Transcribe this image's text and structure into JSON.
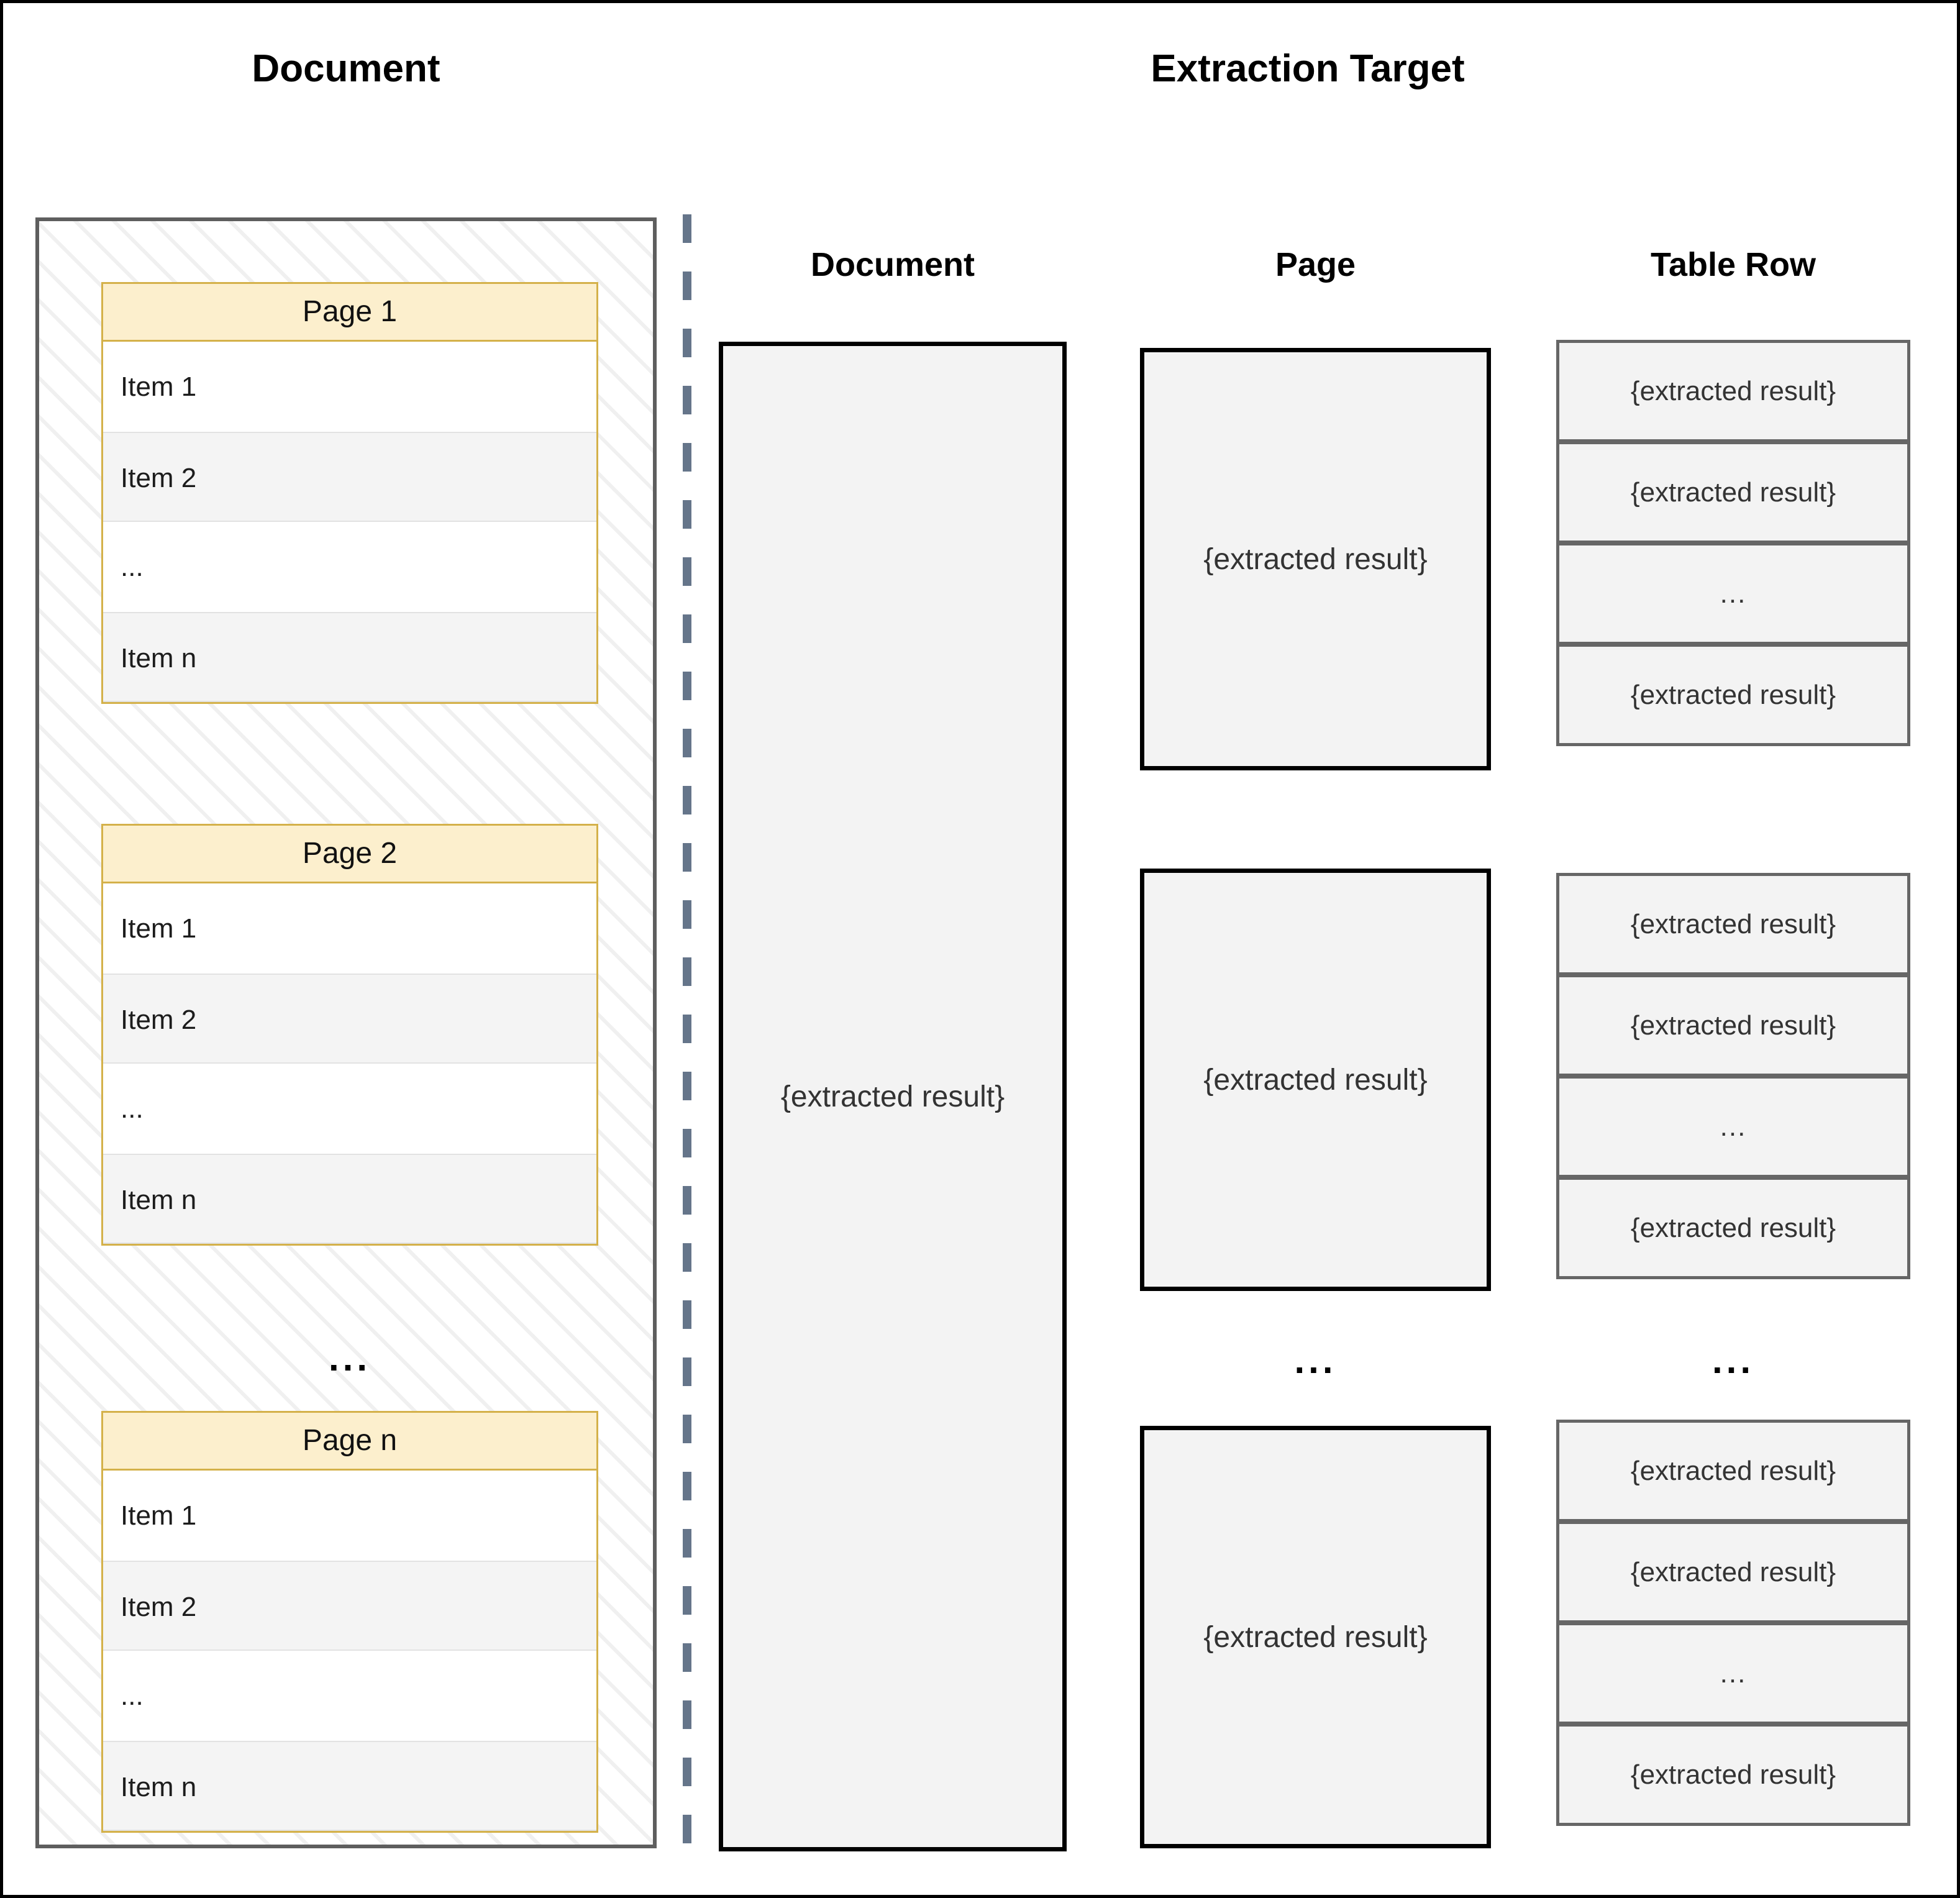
{
  "titles": {
    "left": "Document",
    "right": "Extraction Target"
  },
  "document_panel": {
    "ellipsis": "...",
    "pages": [
      {
        "header": "Page 1",
        "rows": [
          "Item 1",
          "Item 2",
          "...",
          "Item n"
        ]
      },
      {
        "header": "Page 2",
        "rows": [
          "Item 1",
          "Item 2",
          "...",
          "Item n"
        ]
      },
      {
        "header": "Page n",
        "rows": [
          "Item 1",
          "Item 2",
          "...",
          "Item n"
        ]
      }
    ]
  },
  "extraction_target": {
    "columns": [
      {
        "header": "Document"
      },
      {
        "header": "Page"
      },
      {
        "header": "Table Row"
      }
    ],
    "document_column": {
      "result": "{extracted result}"
    },
    "page_column": {
      "ellipsis": "...",
      "boxes": [
        {
          "result": "{extracted result}"
        },
        {
          "result": "{extracted result}"
        },
        {
          "result": "{extracted result}"
        }
      ]
    },
    "table_row_column": {
      "ellipsis": "...",
      "groups": [
        {
          "cells": [
            "{extracted result}",
            "{extracted result}",
            "...",
            "{extracted result}"
          ]
        },
        {
          "cells": [
            "{extracted result}",
            "{extracted result}",
            "...",
            "{extracted result}"
          ]
        },
        {
          "cells": [
            "{extracted result}",
            "{extracted result}",
            "...",
            "{extracted result}"
          ]
        }
      ]
    }
  },
  "colors": {
    "page_header_fill": "#fcefcd",
    "page_header_border": "#d4b14a",
    "divider": "#65758a",
    "panel_border": "#5e5e5e",
    "target_fill": "#f3f3f3",
    "target_border": "#000000",
    "tablerow_border": "#666666",
    "row_alt_fill": "#f4f4f4"
  }
}
